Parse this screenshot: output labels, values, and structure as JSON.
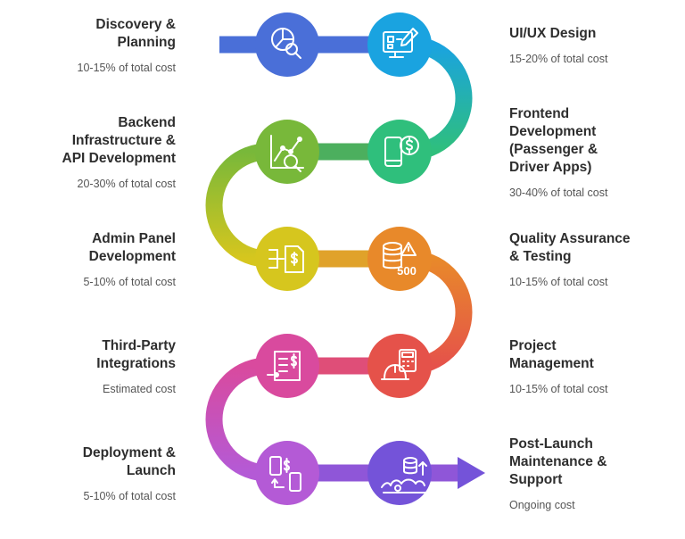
{
  "steps": [
    {
      "title": "Discovery &\nPlanning",
      "cost": "10-15% of total cost",
      "icon": "pie-chart-search-icon",
      "color": "#4a6fd8"
    },
    {
      "title": "UI/UX Design",
      "cost": "15-20% of total cost",
      "icon": "design-monitor-pencil-icon",
      "color": "#1aa3e0"
    },
    {
      "title": "Frontend\nDevelopment\n(Passenger &\nDriver Apps)",
      "cost": "30-40% of total cost",
      "icon": "mobile-payment-icon",
      "color": "#2fbf7c"
    },
    {
      "title": "Backend\nInfrastructure &\nAPI Development",
      "cost": "20-30% of total cost",
      "icon": "chart-analysis-icon",
      "color": "#78b83a"
    },
    {
      "title": "Admin Panel\nDevelopment",
      "cost": "5-10% of total cost",
      "icon": "flow-document-dollar-icon",
      "color": "#d6c61e"
    },
    {
      "title": "Quality Assurance\n& Testing",
      "cost": "10-15% of total cost",
      "icon": "database-error-500-icon",
      "color": "#e8892a"
    },
    {
      "title": "Project\nManagement",
      "cost": "10-15% of total cost",
      "icon": "calculator-helmet-icon",
      "color": "#e5524a"
    },
    {
      "title": "Third-Party\nIntegrations",
      "cost": "Estimated cost",
      "icon": "invoice-dollar-icon",
      "color": "#d94a9e"
    },
    {
      "title": "Deployment &\nLaunch",
      "cost": "5-10% of total cost",
      "icon": "phone-transfer-dollar-icon",
      "color": "#b45ad6"
    },
    {
      "title": "Post-Launch\nMaintenance &\nSupport",
      "cost": "Ongoing cost",
      "icon": "database-maintenance-icon",
      "color": "#7453d9"
    }
  ]
}
